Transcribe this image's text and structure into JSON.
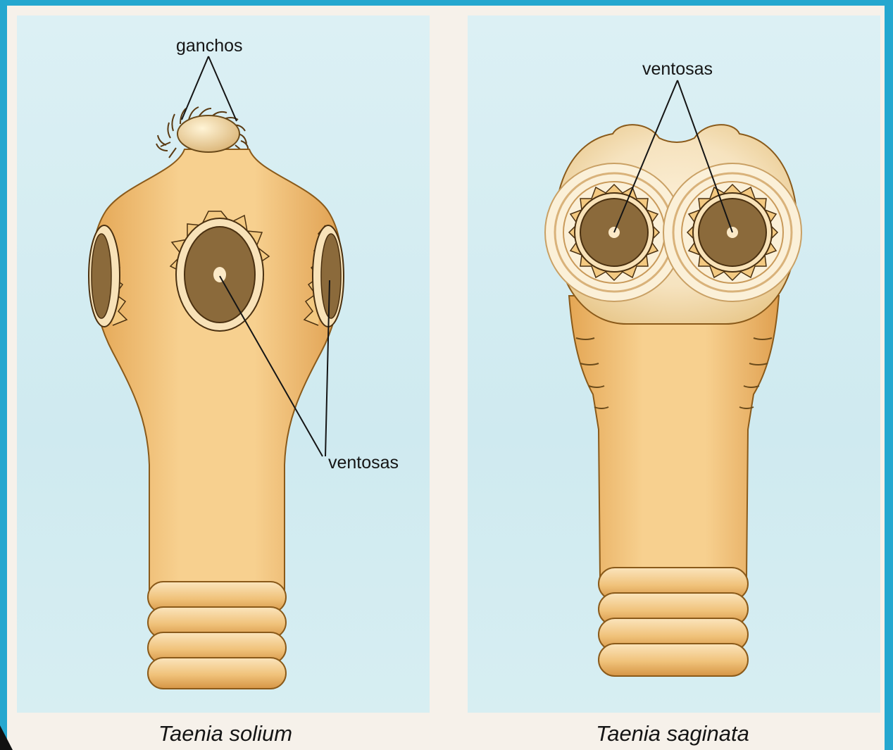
{
  "figure": {
    "left": {
      "caption": "Taenia solium",
      "labels": {
        "hooks": "ganchos",
        "suckers": "ventosas"
      }
    },
    "right": {
      "caption": "Taenia saginata",
      "labels": {
        "suckers": "ventosas"
      }
    }
  },
  "colors": {
    "frame": "#25a7cf",
    "background": "#d5eef3",
    "body": "#f0c27a",
    "body_edge": "#8a5a1a",
    "sucker_center": "#8b6a3b",
    "label_text": "#151515"
  }
}
